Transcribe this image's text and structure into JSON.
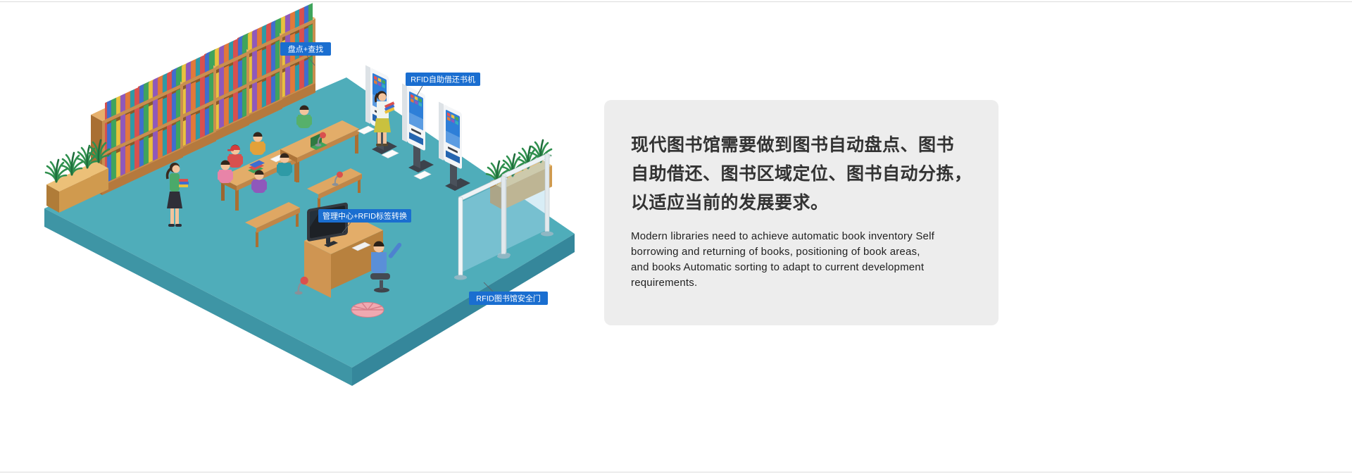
{
  "illustration": {
    "name": "smart-library-isometric-scene",
    "labels": [
      {
        "text": "盘点+查找"
      },
      {
        "text": "RFID自助借还书机"
      },
      {
        "text": "管理中心+RFID标签转换"
      },
      {
        "text": "RFID图书馆安全门"
      }
    ],
    "colors": {
      "label_bg": "#1a6ed0",
      "floor_top": "#4fadba",
      "floor_side_left": "#3e95a5",
      "floor_side_right": "#35879b"
    }
  },
  "info_card": {
    "heading_lines": [
      "现代图书馆需要做到图书自动盘点、图书",
      "自助借还、图书区域定位、图书自动分拣，",
      "以适应当前的发展要求。"
    ],
    "body_lines": [
      "Modern libraries need to achieve automatic book inventory  Self",
      "borrowing and returning of books, positioning of book areas,",
      "and books Automatic sorting to adapt to current development",
      "requirements."
    ]
  }
}
